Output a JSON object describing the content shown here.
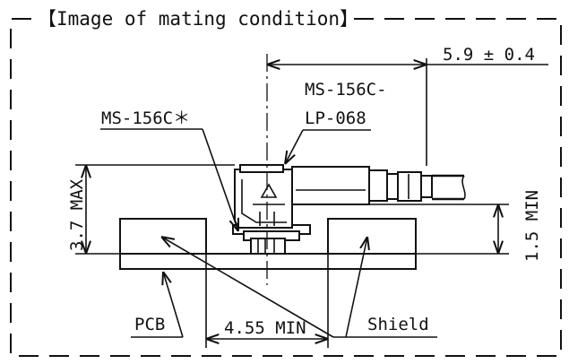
{
  "title": "【Image of mating condition】",
  "labels": {
    "part_receptacle": "MS-156C＊",
    "part_plug_line1": "MS-156C-",
    "part_plug_line2": "LP-068",
    "pcb": "PCB",
    "shield": "Shield"
  },
  "dimensions": {
    "width_overall": "5.9 ± 0.4",
    "height_max": "3.7 MAX",
    "height_min": "1.5 MIN",
    "gap_min": "4.55 MIN"
  }
}
